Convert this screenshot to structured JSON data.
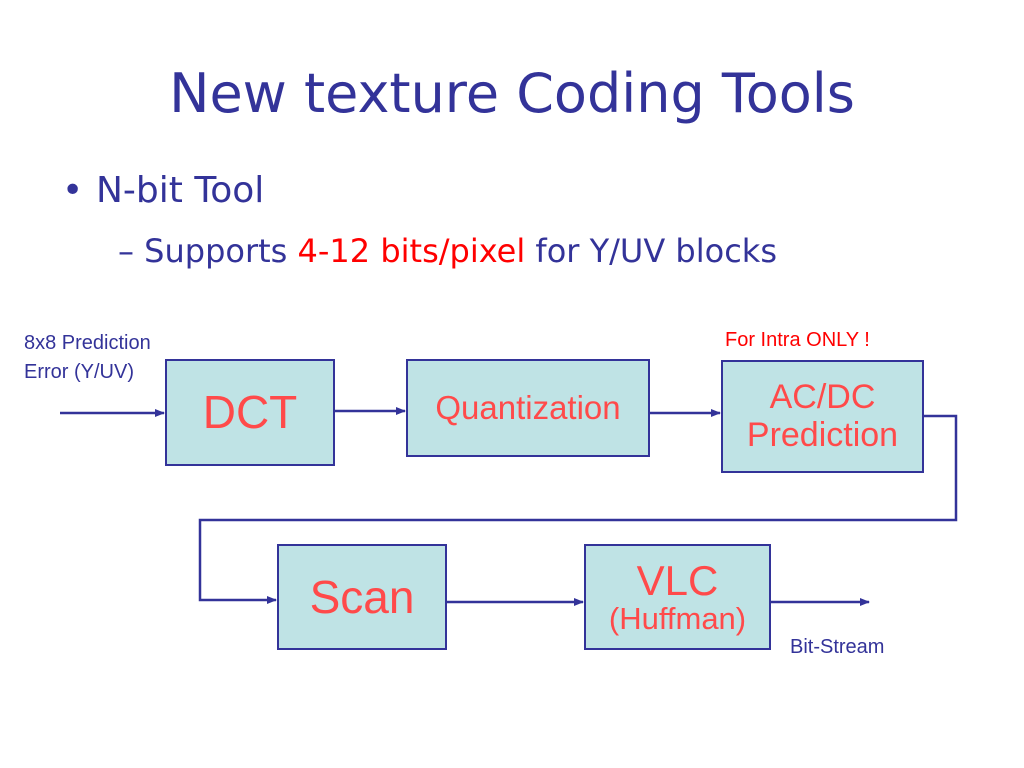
{
  "slide": {
    "title": "New texture Coding Tools",
    "bullet_marker": "•",
    "bullet1": "N-bit Tool",
    "sub_marker": "–",
    "bullet2_prefix": "Supports ",
    "bullet2_highlight": "4-12 bits/pixel",
    "bullet2_suffix": " for Y/UV blocks"
  },
  "diagram": {
    "input_label_line1": "8x8 Prediction",
    "input_label_line2": "Error (Y/UV)",
    "intra_note": "For Intra ONLY !",
    "output_label": "Bit-Stream",
    "boxes": {
      "dct": "DCT",
      "quantization": "Quantization",
      "acdc_line1": "AC/DC",
      "acdc_line2": "Prediction",
      "scan": "Scan",
      "vlc_line1": "VLC",
      "vlc_line2": "(Huffman)"
    }
  },
  "colors": {
    "title": "#333399",
    "highlight": "#ff0000",
    "box_fill": "#bfe3e5",
    "box_text": "#ff4a4a",
    "wire": "#333399"
  }
}
